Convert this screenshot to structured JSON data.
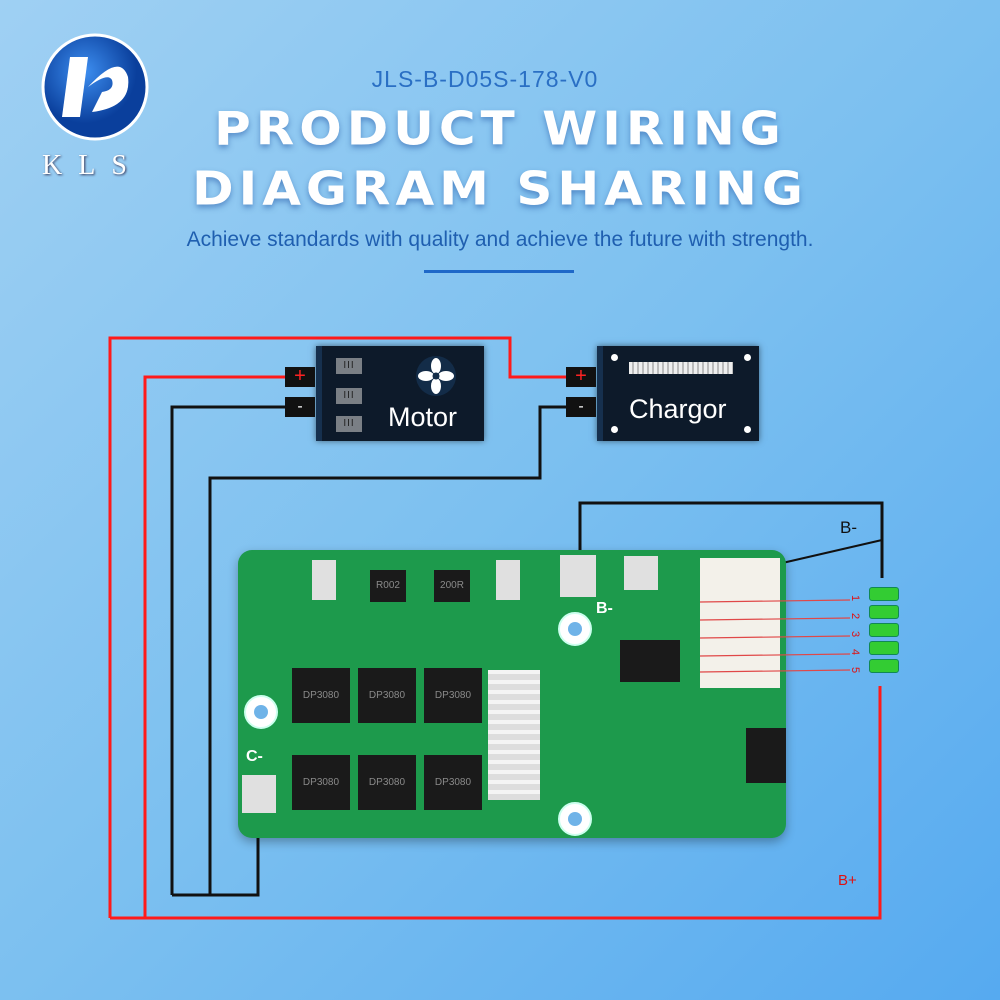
{
  "brand": {
    "logo_letters": "K",
    "name": "KLS"
  },
  "header": {
    "product_code": "JLS-B-D05S-178-V0",
    "title_line1": "PRODUCT WIRING",
    "title_line2": "DIAGRAM SHARING",
    "subtitle": "Achieve standards with quality and achieve the future with strength."
  },
  "motor": {
    "label": "Motor",
    "icon": "fan-icon",
    "plus": "+",
    "minus": "-",
    "vent": "III"
  },
  "charger": {
    "label": "Chargor",
    "plus": "+",
    "minus": "-"
  },
  "pcb": {
    "b_minus_pad": "B-",
    "c_minus_pad": "C-",
    "resistors": [
      "R002",
      "200R"
    ],
    "mosfets": [
      "DP3080",
      "DP3080",
      "DP3080",
      "DP3080",
      "DP3080",
      "DP3080"
    ]
  },
  "battery": {
    "b_minus": "B-",
    "b_plus": "B+",
    "cells": [
      "1",
      "2",
      "3",
      "4",
      "5"
    ]
  },
  "colors": {
    "positive_wire": "#ff1a1a",
    "negative_wire": "#111111",
    "pcb": "#1d9a4c",
    "cell": "#33cc33"
  }
}
